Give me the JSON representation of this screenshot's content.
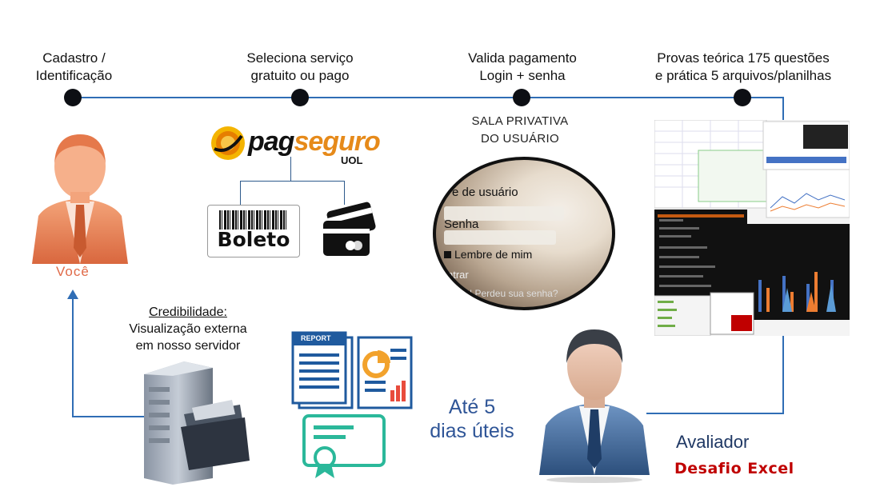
{
  "steps": [
    {
      "line1": "Cadastro /",
      "line2": "Identificação"
    },
    {
      "line1": "Seleciona serviço",
      "line2": "gratuito ou pago"
    },
    {
      "line1": "Valida pagamento",
      "line2": "Login + senha"
    },
    {
      "line1": "Provas teórica 175 questões",
      "line2": "e prática 5 arquivos/planilhas"
    }
  ],
  "voce_label": "Você",
  "pagseguro": {
    "pag": "pag",
    "seguro": "seguro",
    "uol": "UOL"
  },
  "boleto_label": "Boleto",
  "sala": {
    "line1": "SALA PRIVATIVA",
    "line2": "DO USUÁRIO"
  },
  "login_screen": {
    "user": "e de usuário",
    "senha": "Senha",
    "lembre": "Lembre de mim",
    "entrar": "ntrar",
    "perdeu": "| Perdeu sua senha?"
  },
  "credibilidade": {
    "title": "Credibilidade:",
    "line1": "Visualização externa",
    "line2": "em nosso servidor"
  },
  "report_label": "REPORT",
  "prazo": {
    "line1": "Até 5",
    "line2": "dias úteis"
  },
  "avaliador": "Avaliador",
  "desafio": "Desafio Excel",
  "colors": {
    "line": "#2f6db5",
    "dot": "#0d0f14",
    "person_orange": "#e07a50",
    "person_blue": "#2e5a8c",
    "accent_red": "#c00000",
    "prazo_blue": "#2f5597"
  }
}
